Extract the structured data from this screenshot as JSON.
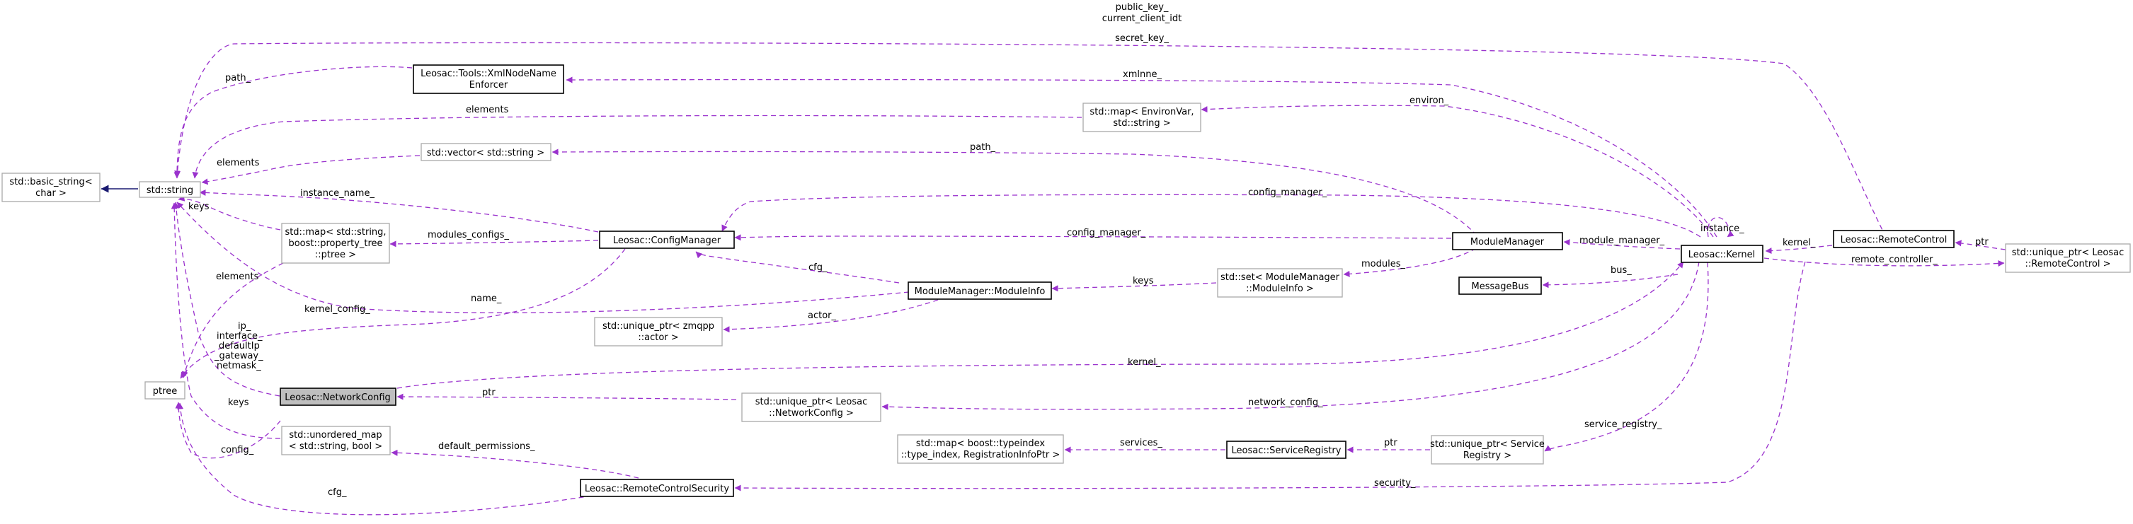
{
  "colors": {
    "usage_edge": "#9a32cd",
    "inherit_edge": "#191970",
    "undocumented_border": "#a9a9a9",
    "documented_border": "#000000",
    "focus_fill": "#bfbfbf"
  },
  "nodes": {
    "basic_string": [
      "std::basic_string<",
      "char >"
    ],
    "string": [
      "std::string"
    ],
    "ptree": [
      "ptree"
    ],
    "xml_enforcer": [
      "Leosac::Tools::XmlNodeName",
      "Enforcer"
    ],
    "map_environ": [
      "std::map< EnvironVar,",
      "std::string >"
    ],
    "vector_string": [
      "std::vector< std::string >"
    ],
    "map_property_tree": [
      "std::map< std::string,",
      "boost::property_tree",
      "::ptree >"
    ],
    "config_manager": [
      "Leosac::ConfigManager"
    ],
    "module_manager": [
      "ModuleManager"
    ],
    "message_bus": [
      "MessageBus"
    ],
    "set_module_info": [
      "std::set< ModuleManager",
      "::ModuleInfo >"
    ],
    "module_info": [
      "ModuleManager::ModuleInfo"
    ],
    "unique_actor": [
      "std::unique_ptr< zmqpp",
      "::actor >"
    ],
    "kernel": [
      "Leosac::Kernel"
    ],
    "remote_control": [
      "Leosac::RemoteControl"
    ],
    "unique_remote_control": [
      "std::unique_ptr< Leosac",
      "::RemoteControl >"
    ],
    "network_config": [
      "Leosac::NetworkConfig"
    ],
    "unique_network_config": [
      "std::unique_ptr< Leosac",
      "::NetworkConfig >"
    ],
    "unordered_map": [
      "std::unordered_map",
      "< std::string, bool >"
    ],
    "map_typeindex": [
      "std::map< boost::typeindex",
      "::type_index, RegistrationInfoPtr >"
    ],
    "service_registry": [
      "Leosac::ServiceRegistry"
    ],
    "unique_service_registry": [
      "std::unique_ptr< Service",
      "Registry >"
    ],
    "remote_control_security": [
      "Leosac::RemoteControlSecurity"
    ]
  },
  "edge_labels": {
    "public_key": [
      "public_key_",
      "current_client_idt",
      "secret_key_"
    ],
    "path_xml": "path_",
    "xmlnne": "xmlnne_",
    "elements_map": "elements",
    "environ": "environ_",
    "elements_vector": "elements",
    "path_vector": "path_",
    "instance_name": "instance_name_",
    "keys_map": "keys",
    "modules_configs": "modules_configs_",
    "config_manager_top": "config_manager_",
    "config_manager_mid": "config_manager_",
    "instance": "instance_",
    "module_manager": "module_manager_",
    "kernel_rc": "kernel_",
    "ptr_rc": "ptr",
    "remote_controller": "remote_controller_",
    "modules": "modules_",
    "cfg_mi": "cfg_",
    "elements_ptree": "elements",
    "name": "name_",
    "keys_mi": "keys",
    "bus": "bus_",
    "kernel_config": "kernel_config_",
    "actor": "actor_",
    "nc_fields": [
      "ip_",
      "interface_",
      "defaultIp",
      "_gateway_",
      "netmask_"
    ],
    "kernel_nc": "kernel_",
    "ptr_nc": "ptr",
    "network_config": "network_config_",
    "keys_um": "keys",
    "default_permissions": "default_permissions_",
    "services": "services_",
    "ptr_sr": "ptr",
    "service_registry": "service_registry_",
    "config_ptree": "config_",
    "cfg_rcs": "cfg_",
    "security": "security_"
  }
}
